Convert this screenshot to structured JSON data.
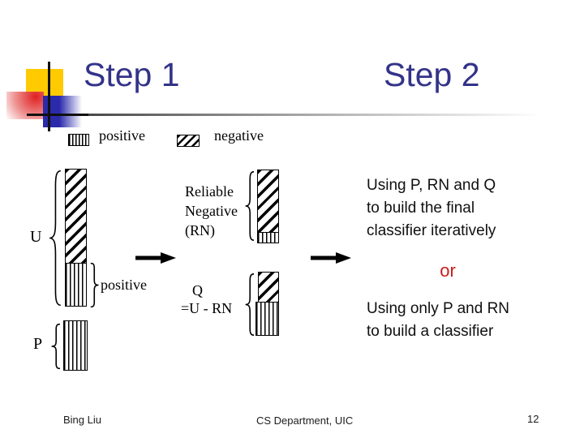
{
  "titles": {
    "step1": "Step 1",
    "step2": "Step 2"
  },
  "legend": {
    "positive": "positive",
    "negative": "negative"
  },
  "diagram": {
    "u_label": "U",
    "u_bottom_label": "positive",
    "p_label": "P",
    "rn_lines": [
      "Reliable",
      "Negative",
      "(RN)"
    ],
    "q_lines": [
      "Q",
      "=U - RN"
    ]
  },
  "right_panel": {
    "option1_lines": [
      "Using P, RN and Q",
      "to build the final",
      "classifier iteratively"
    ],
    "or_word": "or",
    "option2_lines": [
      "Using only P and RN",
      "to build a classifier"
    ]
  },
  "footer": {
    "author": "Bing Liu",
    "department": "CS Department, UIC",
    "page_number": "12"
  },
  "colors": {
    "title_blue": "#333389",
    "or_red": "#cc1b1b",
    "decoration_yellow": "#ffcb00",
    "decoration_red": "#e02020",
    "decoration_blue": "#2a2aab"
  }
}
